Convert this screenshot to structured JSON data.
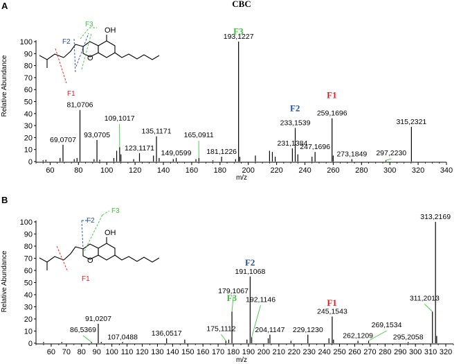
{
  "title": "CBC",
  "axis": {
    "xlabel": "m/z",
    "ylabel": "Relative Abundance"
  },
  "fragment_colors": {
    "F1": "#e8181e",
    "F2": "#1f4fa3",
    "F3": "#39c43a",
    "callout": "#4bcc4b"
  },
  "structure": {
    "oh": "OH",
    "o": "O",
    "labels": [
      "F1",
      "F2",
      "F3"
    ]
  },
  "chart_data": [
    {
      "panel": "A",
      "type": "bar",
      "xlim": [
        50,
        340
      ],
      "ylim": [
        0,
        100
      ],
      "xticks": [
        60,
        80,
        100,
        120,
        140,
        160,
        180,
        200,
        220,
        240,
        260,
        280,
        300,
        320,
        340
      ],
      "yticks": [
        0,
        10,
        20,
        30,
        40,
        50,
        60,
        70,
        80,
        90,
        100
      ],
      "peaks": [
        {
          "mz": 55,
          "y": 1
        },
        {
          "mz": 57,
          "y": 1.5
        },
        {
          "mz": 67,
          "y": 3
        },
        {
          "mz": 69.0707,
          "y": 14,
          "label": "69,0707"
        },
        {
          "mz": 77,
          "y": 2
        },
        {
          "mz": 79,
          "y": 3
        },
        {
          "mz": 81.0706,
          "y": 43,
          "label": "81,0706"
        },
        {
          "mz": 91,
          "y": 2
        },
        {
          "mz": 93.0705,
          "y": 18,
          "label": "93,0705"
        },
        {
          "mz": 95,
          "y": 1.5
        },
        {
          "mz": 105,
          "y": 3
        },
        {
          "mz": 107,
          "y": 9
        },
        {
          "mz": 109.1017,
          "y": 12,
          "label": "109,1017",
          "callout": true,
          "lx": 109,
          "ly": 33
        },
        {
          "mz": 110,
          "y": 6
        },
        {
          "mz": 119,
          "y": 2
        },
        {
          "mz": 123.1171,
          "y": 7,
          "label": "123,1171"
        },
        {
          "mz": 133,
          "y": 5
        },
        {
          "mz": 135.1171,
          "y": 21,
          "label": "135,1171"
        },
        {
          "mz": 137,
          "y": 3
        },
        {
          "mz": 147,
          "y": 2
        },
        {
          "mz": 149.0599,
          "y": 3,
          "label": "149,0599"
        },
        {
          "mz": 163,
          "y": 2
        },
        {
          "mz": 165.0911,
          "y": 3,
          "label": "165,0911",
          "callout": true,
          "lx": 165,
          "ly": 19
        },
        {
          "mz": 175,
          "y": 1
        },
        {
          "mz": 181.1226,
          "y": 4,
          "label": "181,1226"
        },
        {
          "mz": 191,
          "y": 2
        },
        {
          "mz": 193.1227,
          "y": 100,
          "label": "193,1227"
        },
        {
          "mz": 194,
          "y": 4
        },
        {
          "mz": 205,
          "y": 5
        },
        {
          "mz": 215,
          "y": 9
        },
        {
          "mz": 217,
          "y": 8
        },
        {
          "mz": 219,
          "y": 4
        },
        {
          "mz": 231.1384,
          "y": 11,
          "label": "231,1384"
        },
        {
          "mz": 233.1539,
          "y": 28,
          "label": "233,1539"
        },
        {
          "mz": 235,
          "y": 6
        },
        {
          "mz": 245,
          "y": 4
        },
        {
          "mz": 247.1696,
          "y": 8,
          "label": "247,1696"
        },
        {
          "mz": 259.1696,
          "y": 36,
          "label": "259,1696"
        },
        {
          "mz": 260,
          "y": 5
        },
        {
          "mz": 273.1849,
          "y": 2,
          "label": "273,1849"
        },
        {
          "mz": 297.223,
          "y": 1,
          "label": "297,2230",
          "callout": true,
          "lx": 301,
          "ly": 4
        },
        {
          "mz": 315.2321,
          "y": 29,
          "label": "315,2321"
        }
      ],
      "fragments": [
        {
          "name": "F3",
          "mz": 193,
          "y": 106
        },
        {
          "name": "F2",
          "mz": 233,
          "y": 42
        },
        {
          "name": "F1",
          "mz": 259,
          "y": 53
        }
      ]
    },
    {
      "panel": "B",
      "type": "bar",
      "xlim": [
        50,
        325
      ],
      "ylim": [
        0,
        100
      ],
      "xticks": [
        60,
        70,
        80,
        90,
        100,
        110,
        120,
        130,
        140,
        150,
        160,
        170,
        180,
        190,
        200,
        210,
        220,
        230,
        240,
        250,
        260,
        270,
        280,
        290,
        300,
        310,
        320
      ],
      "yticks": [
        0,
        10,
        20,
        30,
        40,
        50,
        60,
        70,
        80,
        90,
        100
      ],
      "peaks": [
        {
          "mz": 55,
          "y": 1
        },
        {
          "mz": 67,
          "y": 1
        },
        {
          "mz": 86.5369,
          "y": 1,
          "label": "86,5369",
          "callout": true,
          "lx": 81,
          "ly": 8
        },
        {
          "mz": 91.0207,
          "y": 16,
          "label": "91,0207"
        },
        {
          "mz": 93,
          "y": 1
        },
        {
          "mz": 107.0488,
          "y": 1,
          "label": "107,0488"
        },
        {
          "mz": 136.0517,
          "y": 4,
          "label": "136,0517"
        },
        {
          "mz": 148,
          "y": 3
        },
        {
          "mz": 175.1112,
          "y": 2,
          "label": "175,1112",
          "callout": true,
          "lx": 172,
          "ly": 9
        },
        {
          "mz": 177,
          "y": 3
        },
        {
          "mz": 179.1067,
          "y": 26,
          "label": "179,1067",
          "callout": true,
          "lx": 180,
          "ly": 40
        },
        {
          "mz": 189,
          "y": 3
        },
        {
          "mz": 191.1068,
          "y": 55,
          "label": "191,1068"
        },
        {
          "mz": 192.1146,
          "y": 5,
          "label": "192,1146",
          "callout": true,
          "lx": 198,
          "ly": 33
        },
        {
          "mz": 203,
          "y": 4
        },
        {
          "mz": 204.1147,
          "y": 7,
          "label": "204,1147"
        },
        {
          "mz": 218,
          "y": 2
        },
        {
          "mz": 229.123,
          "y": 7,
          "label": "229,1230"
        },
        {
          "mz": 243,
          "y": 4
        },
        {
          "mz": 245.1543,
          "y": 22,
          "label": "245,1543"
        },
        {
          "mz": 246,
          "y": 3
        },
        {
          "mz": 262.1209,
          "y": 2,
          "label": "262,1209"
        },
        {
          "mz": 269.1534,
          "y": 2,
          "label": "269,1534",
          "callout": true,
          "lx": 281,
          "ly": 12
        },
        {
          "mz": 295.2058,
          "y": 1,
          "label": "295,2058"
        },
        {
          "mz": 311.2013,
          "y": 26,
          "label": "311,2013",
          "callout": true,
          "lx": 306,
          "ly": 34
        },
        {
          "mz": 313.2169,
          "y": 100,
          "label": "313,2169"
        },
        {
          "mz": 314,
          "y": 6
        }
      ],
      "fragments": [
        {
          "name": "F2",
          "mz": 191,
          "y": 64
        },
        {
          "name": "F3",
          "mz": 179,
          "y": 35
        },
        {
          "name": "F1",
          "mz": 245,
          "y": 31
        }
      ]
    }
  ]
}
